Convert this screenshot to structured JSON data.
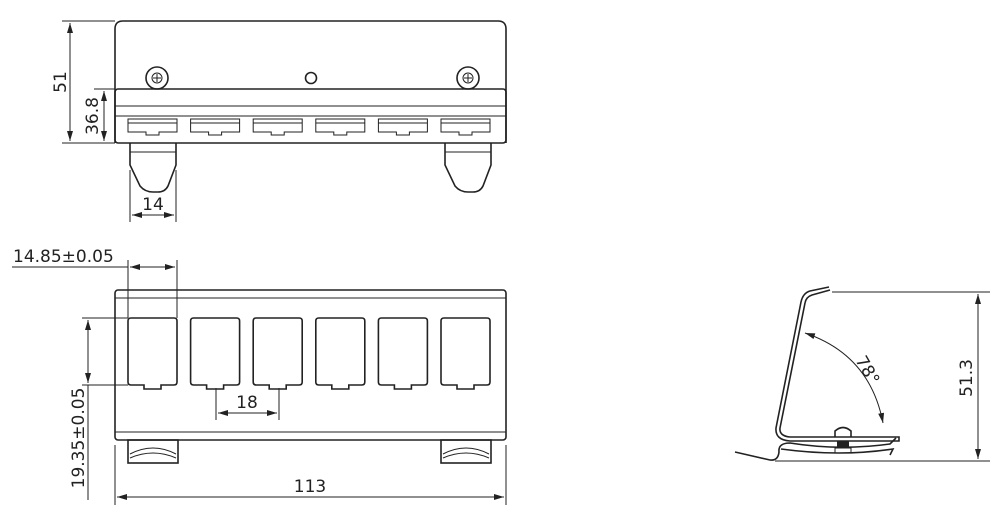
{
  "drawing": {
    "top_view": {
      "dim_height": "51",
      "dim_strip": "36.8",
      "dim_foot": "14",
      "port_count": 6
    },
    "front_view": {
      "dim_port_width": "14.85±0.05",
      "dim_port_height": "19.35±0.05",
      "dim_pitch": "18",
      "dim_width": "113",
      "port_count": 6
    },
    "side_view": {
      "dim_height": "51.3",
      "dim_angle": "78°"
    }
  }
}
